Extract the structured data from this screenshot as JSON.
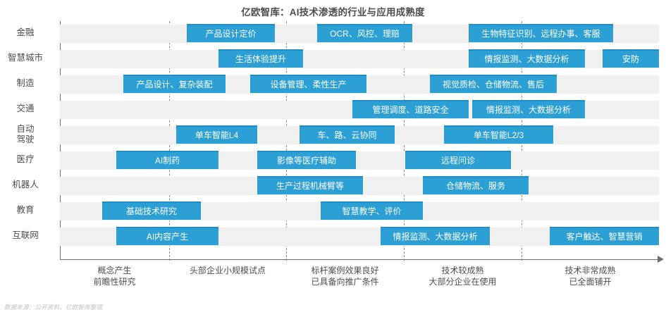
{
  "title": "亿欧智库：AI技术渗透的行业与应用成熟度",
  "footer": "数据来源：公开资料、亿欧智库整理",
  "colors": {
    "bar": "#2c9fd4",
    "bar_top_edge": "#1d8fc6",
    "row_band": "#f0f0f0",
    "axis": "#6e6e6e",
    "text": "#4d4d4d",
    "footer_text": "#d2d6dc"
  },
  "rows": [
    {
      "label": "金融",
      "label_lines": [
        "金融"
      ]
    },
    {
      "label": "智慧城市",
      "label_lines": [
        "智慧城市"
      ]
    },
    {
      "label": "制造",
      "label_lines": [
        "制造"
      ]
    },
    {
      "label": "交通",
      "label_lines": [
        "交通"
      ]
    },
    {
      "label": "自动驾驶",
      "label_lines": [
        "自动",
        "驾驶"
      ]
    },
    {
      "label": "医疗",
      "label_lines": [
        "医疗"
      ]
    },
    {
      "label": "机器人",
      "label_lines": [
        "机器人"
      ]
    },
    {
      "label": "教育",
      "label_lines": [
        "教育"
      ]
    },
    {
      "label": "互联网",
      "label_lines": [
        "互联网"
      ]
    }
  ],
  "xcats": [
    {
      "lines": [
        "概念产生",
        "前瞻性研究"
      ]
    },
    {
      "lines": [
        "头部企业小规模试点"
      ]
    },
    {
      "lines": [
        "标杆案例效果良好",
        "已具备向推广条件"
      ]
    },
    {
      "lines": [
        "技术较成熟",
        "大部分企业在使用"
      ]
    },
    {
      "lines": [
        "技术非常成熟",
        "已全面铺开"
      ]
    }
  ],
  "chart_data": {
    "type": "bar",
    "title": "亿欧智库：AI技术渗透的行业与应用成熟度",
    "xlabel": "",
    "ylabel": "",
    "orientation": "horizontal",
    "grid": "vertical-dashed",
    "legend": "none",
    "x_axis_stages": [
      "概念产生 前瞻性研究",
      "头部企业小规模试点",
      "标杆案例效果良好 已具备向推广条件",
      "技术较成熟 大部分企业在使用",
      "技术非常成熟 已全面铺开"
    ],
    "categories": [
      "金融",
      "智慧城市",
      "制造",
      "交通",
      "自动驾驶",
      "医疗",
      "机器人",
      "教育",
      "互联网"
    ],
    "bars": [
      [
        {
          "label": "产品设计定价",
          "start": 180,
          "end": 305
        },
        {
          "label": "OCR、风控、理赔",
          "start": 365,
          "end": 500
        },
        {
          "label": "生物特征识别、远程办事、客服",
          "start": 580,
          "end": 785
        }
      ],
      [
        {
          "label": "生活体验提升",
          "start": 225,
          "end": 345
        },
        {
          "label": "情报监测、大数据分析",
          "start": 580,
          "end": 745
        },
        {
          "label": "安防",
          "start": 770,
          "end": 850
        }
      ],
      [
        {
          "label": "产品设计、复杂装配",
          "start": 90,
          "end": 235
        },
        {
          "label": "设备管理、柔性生产",
          "start": 270,
          "end": 435
        },
        {
          "label": "视觉质检、仓储物流、售后",
          "start": 525,
          "end": 705
        }
      ],
      [
        {
          "label": "管理调度、道路安全",
          "start": 415,
          "end": 580
        },
        {
          "label": "情报监测、大数据分析",
          "start": 585,
          "end": 745
        }
      ],
      [
        {
          "label": "单车智能L4",
          "start": 165,
          "end": 280
        },
        {
          "label": "车、路、云协同",
          "start": 340,
          "end": 475
        },
        {
          "label": "单车智能L2/3",
          "start": 545,
          "end": 700
        }
      ],
      [
        {
          "label": "AI制药",
          "start": 80,
          "end": 225
        },
        {
          "label": "影像等医疗辅助",
          "start": 280,
          "end": 420
        },
        {
          "label": "远程问诊",
          "start": 490,
          "end": 640
        }
      ],
      [
        {
          "label": "生产过程机械臂等",
          "start": 280,
          "end": 430
        },
        {
          "label": "仓储物流、服务",
          "start": 515,
          "end": 665
        }
      ],
      [
        {
          "label": "基础技术研究",
          "start": 60,
          "end": 200
        },
        {
          "label": "智慧教学、评价",
          "start": 370,
          "end": 515
        }
      ],
      [
        {
          "label": "AI内容产生",
          "start": 80,
          "end": 225
        },
        {
          "label": "情报监测、大数据分析",
          "start": 455,
          "end": 610
        },
        {
          "label": "客户触达、智慧营销",
          "start": 695,
          "end": 850
        }
      ]
    ],
    "gridlines_x": [
      155,
      321,
      488,
      655
    ]
  }
}
